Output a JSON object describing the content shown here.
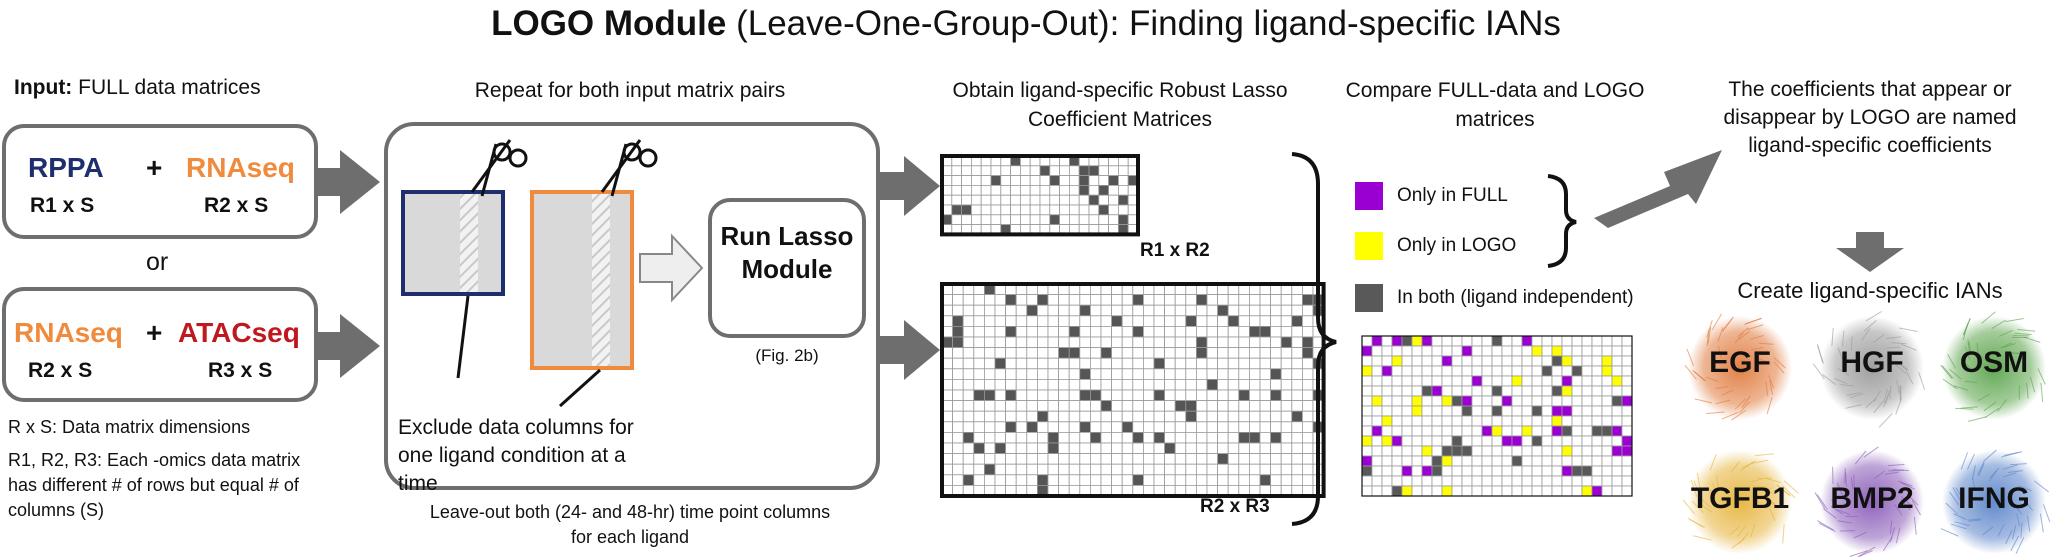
{
  "title": {
    "bold": "LOGO Module",
    "rest": " (Leave-One-Group-Out): Finding ligand-specific IANs"
  },
  "input_panel": {
    "header_bold": "Input:",
    "header_rest": " FULL data matrices",
    "pair1": {
      "left": "RPPA",
      "left_dim": "R1 x S",
      "plus": "+",
      "right": "RNAseq",
      "right_dim": "R2 x S"
    },
    "or_label": "or",
    "pair2": {
      "left": "RNAseq",
      "left_dim": "R2 x S",
      "plus": "+",
      "right": "ATACseq",
      "right_dim": "R3 x S"
    },
    "note1": "R x S: Data matrix dimensions",
    "note2": "R1, R2, R3: Each -omics data matrix has different # of rows but equal # of columns (S)"
  },
  "repeat_panel": {
    "header": "Repeat for both input matrix pairs",
    "exclude_text": "Exclude data columns for one ligand condition at a time",
    "run_label": "Run Lasso Module",
    "fig_ref": "(Fig. 2b)",
    "footer": "Leave-out both (24- and 48-hr) time point columns for each ligand"
  },
  "robust_panel": {
    "header": "Obtain ligand-specific Robust Lasso Coefficient Matrices",
    "small_label": "R1 x R2",
    "large_label": "R2 x R3"
  },
  "compare_panel": {
    "header": "Compare FULL-data and LOGO matrices",
    "legend": [
      {
        "label": "Only in FULL",
        "color": "#9b00d3"
      },
      {
        "label": "Only in LOGO",
        "color": "#ffff00"
      },
      {
        "label": "In both (ligand independent)",
        "color": "#595959"
      }
    ]
  },
  "result_panel": {
    "text": "The coefficients that appear or disappear by LOGO are named ligand-specific coefficients",
    "create_label": "Create ligand-specific IANs",
    "networks": [
      {
        "name": "EGF",
        "color": "#e07a3c"
      },
      {
        "name": "HGF",
        "color": "#9a9a9a"
      },
      {
        "name": "OSM",
        "color": "#5aa34a"
      },
      {
        "name": "TGFB1",
        "color": "#e6b43c"
      },
      {
        "name": "BMP2",
        "color": "#8a5cb8"
      },
      {
        "name": "IFNG",
        "color": "#5b84c9"
      }
    ]
  },
  "colors": {
    "rppa": "#1f2f6e",
    "rnaseq": "#f08a3c",
    "atacseq": "#c0181f",
    "arrow_gray": "#6e6e6e",
    "matrix_dark": "#555555"
  }
}
